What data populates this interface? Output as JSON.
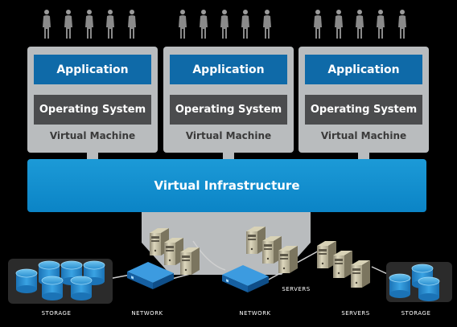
{
  "virtual_machines": [
    {
      "application": "Application",
      "operating_system": "Operating System",
      "label": "Virtual Machine"
    },
    {
      "application": "Application",
      "operating_system": "Operating System",
      "label": "Virtual Machine"
    },
    {
      "application": "Application",
      "operating_system": "Operating System",
      "label": "Virtual Machine"
    }
  ],
  "infrastructure": {
    "label": "Virtual Infrastructure"
  },
  "bottom_labels": {
    "storage_left": "STORAGE",
    "network_left": "NETWORK",
    "network_center": "NETWORK",
    "servers_center": "SERVERS",
    "servers_right": "SERVERS",
    "storage_right": "STORAGE"
  },
  "colors": {
    "application": "#0f6aa8",
    "operating_system": "#4b4c4e",
    "virtual_machine": "#b9bcbe",
    "infrastructure": "#1c9ad7",
    "storage": "#2a8fd0",
    "network": "#1f7fc4",
    "server": "#c8c2a8"
  },
  "icons": {
    "user": "person-icon",
    "storage": "storage-cylinder-icon",
    "network": "network-switch-icon",
    "server": "server-tower-icon"
  }
}
